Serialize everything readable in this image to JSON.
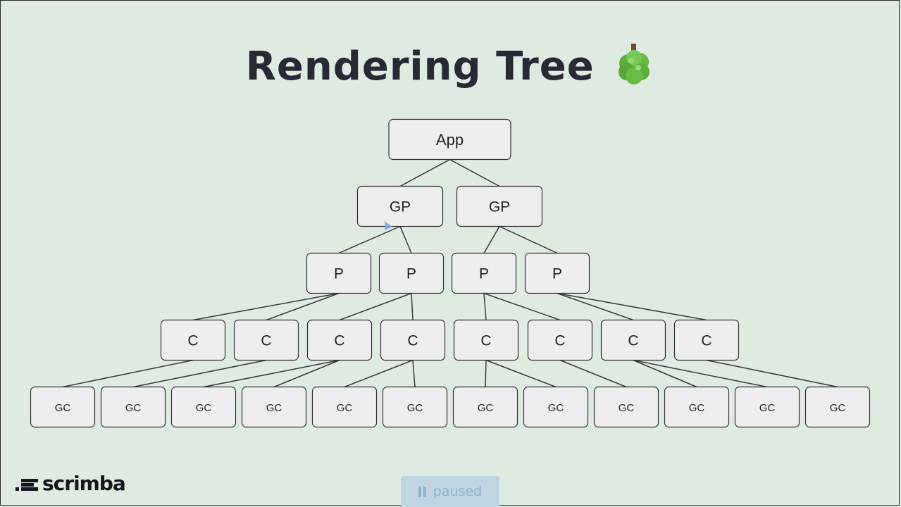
{
  "slide": {
    "title": "Rendering Tree",
    "title_icon": "tree-emoji"
  },
  "tree": {
    "root": {
      "label": "App"
    },
    "levels": [
      {
        "label": "GP",
        "count": 2
      },
      {
        "label": "P",
        "count": 4
      },
      {
        "label": "C",
        "count": 8
      },
      {
        "label": "GC",
        "count": 12
      }
    ]
  },
  "brand": {
    "name": "scrimba",
    "icon": "scrimba-logo-icon"
  },
  "player": {
    "status": "paused",
    "icon": "pause-icon"
  },
  "colors": {
    "background": "#dfeae1",
    "node_fill": "#eeeeee",
    "title": "#272a35",
    "paused_bg": "#bfd6e2",
    "paused_text": "#8bb5d3"
  }
}
